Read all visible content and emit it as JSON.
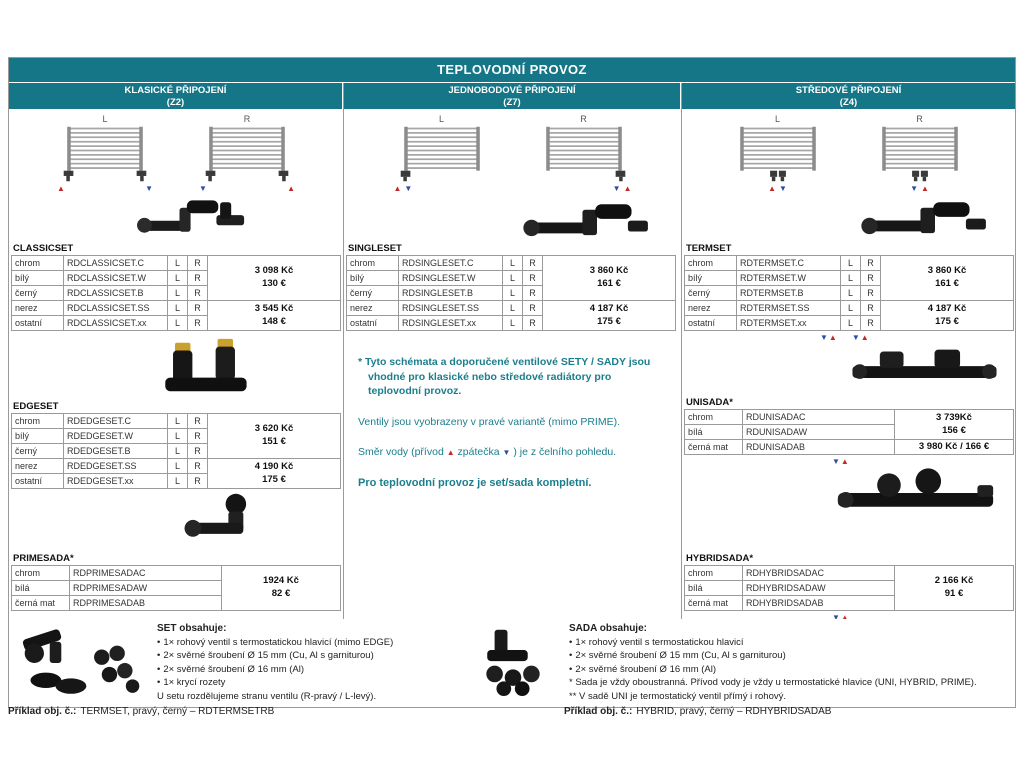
{
  "page": {
    "title": "TEPLOVODNÍ PROVOZ"
  },
  "colors": {
    "accent": "#157688",
    "note": "#1b7e8d",
    "red": "#c62828",
    "blue": "#2a4fa2"
  },
  "icons": {
    "triangle_up": "▲",
    "triangle_down": "▼",
    "bullet": "•"
  },
  "variants": {
    "l": "L",
    "r": "R"
  },
  "columns": [
    {
      "header": "KLASICKÉ PŘIPOJENÍ",
      "code": "(Z2)",
      "left_label": "L",
      "right_label": "R"
    },
    {
      "header": "JEDNOBODOVÉ PŘIPOJENÍ",
      "code": "(Z7)",
      "left_label": "L",
      "right_label": "R"
    },
    {
      "header": "STŘEDOVÉ PŘIPOJENÍ",
      "code": "(Z4)",
      "left_label": "L",
      "right_label": "R"
    }
  ],
  "tables": {
    "classicset": {
      "name": "CLASSICSET",
      "rows": [
        {
          "color": "chrom",
          "code": "RDCLASSICSET.C"
        },
        {
          "color": "bílý",
          "code": "RDCLASSICSET.W"
        },
        {
          "color": "černý",
          "code": "RDCLASSICSET.B"
        },
        {
          "color": "nerez",
          "code": "RDCLASSICSET.SS"
        },
        {
          "color": "ostatní",
          "code": "RDCLASSICSET.xx"
        }
      ],
      "price1_czk": "3 098 Kč",
      "price1_eur": "130 €",
      "price2_czk": "3 545 Kč",
      "price2_eur": "148 €"
    },
    "edgeset": {
      "name": "EDGESET",
      "rows": [
        {
          "color": "chrom",
          "code": "RDEDGESET.C"
        },
        {
          "color": "bílý",
          "code": "RDEDGESET.W"
        },
        {
          "color": "černý",
          "code": "RDEDGESET.B"
        },
        {
          "color": "nerez",
          "code": "RDEDGESET.SS"
        },
        {
          "color": "ostatní",
          "code": "RDEDGESET.xx"
        }
      ],
      "price1_czk": "3 620 Kč",
      "price1_eur": "151 €",
      "price2_czk": "4 190 Kč",
      "price2_eur": "175 €"
    },
    "primesada": {
      "name": "PRIMESADA*",
      "rows": [
        {
          "color": "chrom",
          "code": "RDPRIMESADAC"
        },
        {
          "color": "bílá",
          "code": "RDPRIMESADAW"
        },
        {
          "color": "černá mat",
          "code": "RDPRIMESADAB"
        }
      ],
      "price_czk": "1924 Kč",
      "price_eur": "82 €"
    },
    "singleset": {
      "name": "SINGLESET",
      "rows": [
        {
          "color": "chrom",
          "code": "RDSINGLESET.C"
        },
        {
          "color": "bílý",
          "code": "RDSINGLESET.W"
        },
        {
          "color": "černý",
          "code": "RDSINGLESET.B"
        },
        {
          "color": "nerez",
          "code": "RDSINGLESET.SS"
        },
        {
          "color": "ostatní",
          "code": "RDSINGLESET.xx"
        }
      ],
      "price1_czk": "3 860 Kč",
      "price1_eur": "161 €",
      "price2_czk": "4 187 Kč",
      "price2_eur": "175 €"
    },
    "termset": {
      "name": "TERMSET",
      "rows": [
        {
          "color": "chrom",
          "code": "RDTERMSET.C"
        },
        {
          "color": "bílý",
          "code": "RDTERMSET.W"
        },
        {
          "color": "černý",
          "code": "RDTERMSET.B"
        },
        {
          "color": "nerez",
          "code": "RDTERMSET.SS"
        },
        {
          "color": "ostatní",
          "code": "RDTERMSET.xx"
        }
      ],
      "price1_czk": "3 860 Kč",
      "price1_eur": "161 €",
      "price2_czk": "4 187 Kč",
      "price2_eur": "175 €"
    },
    "unisada": {
      "name": "UNISADA*",
      "rows": [
        {
          "color": "chrom",
          "code": "RDUNISADAC"
        },
        {
          "color": "bílá",
          "code": "RDUNISADAW"
        },
        {
          "color": "černá mat",
          "code": "RDUNISADAB"
        }
      ],
      "price1_czk": "3 739Kč",
      "price1_eur": "156 €",
      "price3": "3 980 Kč / 166 €"
    },
    "hybridsada": {
      "name": "HYBRIDSADA*",
      "rows": [
        {
          "color": "chrom",
          "code": "RDHYBRIDSADAC"
        },
        {
          "color": "bílá",
          "code": "RDHYBRIDSADAW"
        },
        {
          "color": "černá mat",
          "code": "RDHYBRIDSADAB"
        }
      ],
      "price_czk": "2 166 Kč",
      "price_eur": "91 €"
    }
  },
  "center_notes": {
    "star_note": "* Tyto schémata a doporučené ventilové SETY / SADY jsou vhodné pro klasické nebo středové radiátory pro teplovodní provoz.",
    "note_variant": "Ventily jsou vyobrazeny v pravé variantě (mimo PRIME).",
    "flow_pre": "Směr vody (přívod",
    "flow_mid": "zpátečka",
    "flow_post": ") je z čelního pohledu.",
    "note_complete": "Pro teplovodní provoz je set/sada kompletní."
  },
  "set_box": {
    "title": "SET obsahuje:",
    "items": [
      "1× rohový ventil s termostatickou hlavicí (mimo EDGE)",
      "2× svěrné šroubení Ø 15 mm (Cu, Al s garniturou)",
      "2× svěrné šroubení Ø 16 mm (Al)",
      "1× krycí rozety"
    ],
    "footer": "U setu rozdělujeme stranu ventilu (R-pravý / L-levý)."
  },
  "sada_box": {
    "title": "SADA obsahuje:",
    "items": [
      "1× rohový ventil s termostatickou hlavicí",
      "2× svěrné šroubení Ø 15 mm (Cu, Al s garniturou)",
      "2× svěrné šroubení Ø 16 mm (Al)"
    ],
    "note1": "* Sada je vždy oboustranná. Přívod vody je vždy u termostatické hlavice (UNI, HYBRID, PRIME).",
    "note2": "** V sadě UNI je termostatický ventil přímý i rohový."
  },
  "examples": {
    "left_label": "Příklad obj. č.:",
    "left_text": "TERMSET, pravý, černý – RDTERMSETRB",
    "right_label": "Příklad obj. č.:",
    "right_text": "HYBRID, pravý, černý – RDHYBRIDSADAB"
  }
}
